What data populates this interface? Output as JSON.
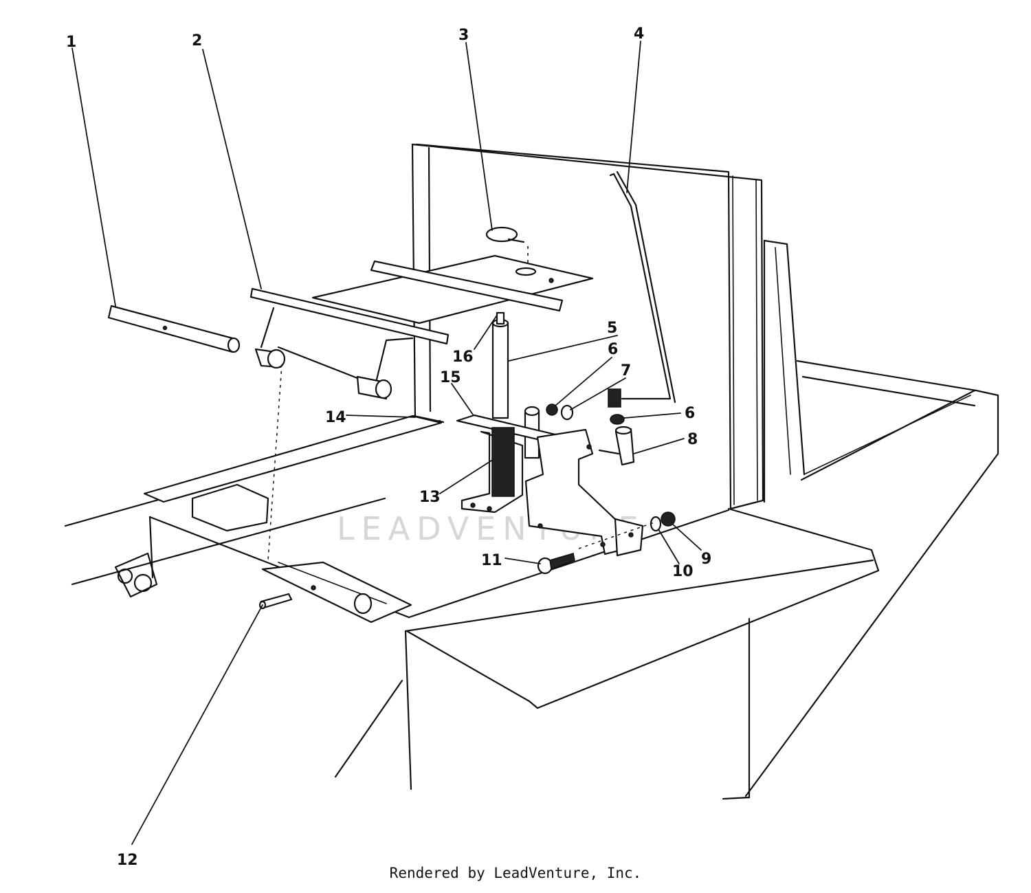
{
  "diagram": {
    "watermark": "LEADVENTURE",
    "footer": "Rendered by LeadVenture, Inc.",
    "callouts": [
      "1",
      "2",
      "3",
      "4",
      "5",
      "6",
      "7",
      "6",
      "8",
      "9",
      "10",
      "11",
      "12",
      "13",
      "14",
      "15",
      "16"
    ]
  }
}
